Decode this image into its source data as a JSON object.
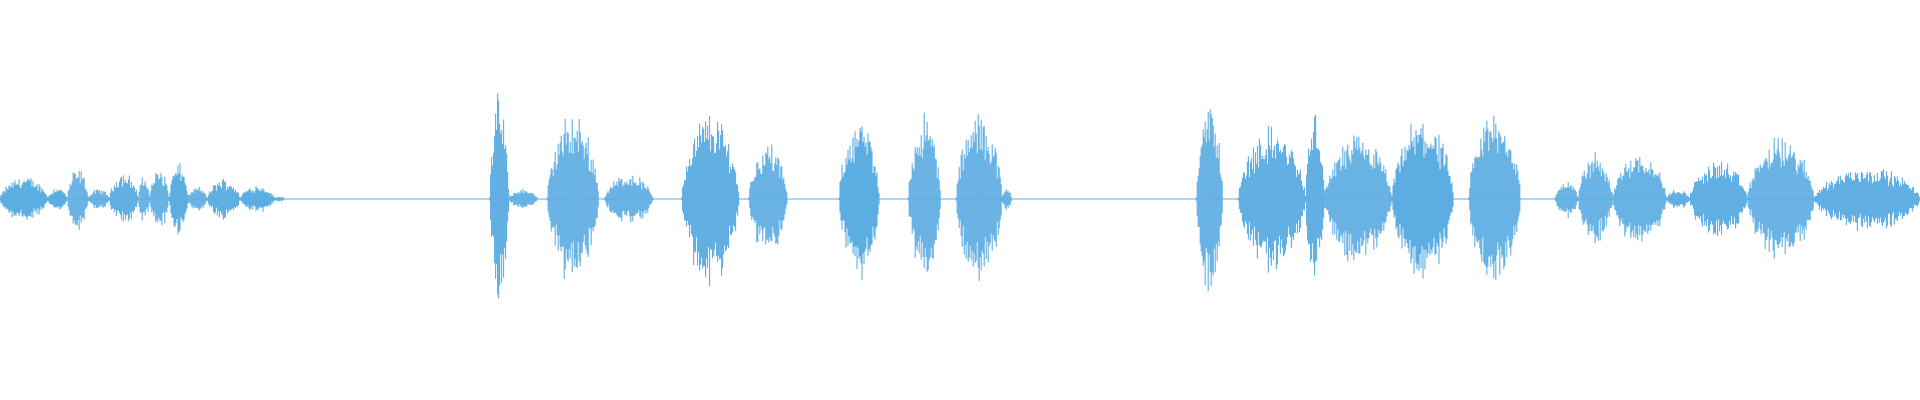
{
  "waveform": {
    "color": "#5dade2",
    "baseline_color": "#7fbde8",
    "segments": [
      {
        "start": 0.0,
        "end": 0.025,
        "amp": 0.22,
        "dense": true
      },
      {
        "start": 0.025,
        "end": 0.035,
        "amp": 0.12,
        "dense": true
      },
      {
        "start": 0.035,
        "end": 0.046,
        "amp": 0.3,
        "dense": true
      },
      {
        "start": 0.046,
        "end": 0.057,
        "amp": 0.1,
        "dense": true
      },
      {
        "start": 0.057,
        "end": 0.072,
        "amp": 0.26,
        "dense": true
      },
      {
        "start": 0.072,
        "end": 0.078,
        "amp": 0.22,
        "dense": true
      },
      {
        "start": 0.078,
        "end": 0.088,
        "amp": 0.3,
        "dense": true
      },
      {
        "start": 0.088,
        "end": 0.098,
        "amp": 0.35,
        "dense": true
      },
      {
        "start": 0.098,
        "end": 0.108,
        "amp": 0.12,
        "dense": true
      },
      {
        "start": 0.108,
        "end": 0.125,
        "amp": 0.2,
        "dense": true
      },
      {
        "start": 0.125,
        "end": 0.143,
        "amp": 0.14,
        "dense": true
      },
      {
        "start": 0.143,
        "end": 0.148,
        "amp": 0.03,
        "dense": true
      },
      {
        "start": 0.148,
        "end": 0.255,
        "amp": 0.0,
        "dense": false
      },
      {
        "start": 0.255,
        "end": 0.265,
        "amp": 1.0,
        "dense": true
      },
      {
        "start": 0.265,
        "end": 0.28,
        "amp": 0.1,
        "dense": true
      },
      {
        "start": 0.285,
        "end": 0.312,
        "amp": 0.82,
        "dense": true
      },
      {
        "start": 0.315,
        "end": 0.34,
        "amp": 0.25,
        "dense": true
      },
      {
        "start": 0.355,
        "end": 0.385,
        "amp": 0.85,
        "dense": true
      },
      {
        "start": 0.39,
        "end": 0.41,
        "amp": 0.55,
        "dense": true
      },
      {
        "start": 0.437,
        "end": 0.458,
        "amp": 0.78,
        "dense": true
      },
      {
        "start": 0.473,
        "end": 0.49,
        "amp": 0.82,
        "dense": true
      },
      {
        "start": 0.498,
        "end": 0.522,
        "amp": 0.84,
        "dense": true
      },
      {
        "start": 0.522,
        "end": 0.527,
        "amp": 0.12,
        "dense": true
      },
      {
        "start": 0.527,
        "end": 0.623,
        "amp": 0.0,
        "dense": false
      },
      {
        "start": 0.623,
        "end": 0.637,
        "amp": 0.95,
        "dense": true
      },
      {
        "start": 0.645,
        "end": 0.68,
        "amp": 0.7,
        "dense": true
      },
      {
        "start": 0.68,
        "end": 0.69,
        "amp": 0.85,
        "dense": true
      },
      {
        "start": 0.69,
        "end": 0.725,
        "amp": 0.62,
        "dense": true
      },
      {
        "start": 0.725,
        "end": 0.757,
        "amp": 0.8,
        "dense": true
      },
      {
        "start": 0.765,
        "end": 0.792,
        "amp": 0.88,
        "dense": true
      },
      {
        "start": 0.81,
        "end": 0.822,
        "amp": 0.18,
        "dense": true
      },
      {
        "start": 0.822,
        "end": 0.84,
        "amp": 0.45,
        "dense": true
      },
      {
        "start": 0.84,
        "end": 0.868,
        "amp": 0.48,
        "dense": true
      },
      {
        "start": 0.868,
        "end": 0.88,
        "amp": 0.1,
        "dense": true
      },
      {
        "start": 0.88,
        "end": 0.91,
        "amp": 0.38,
        "dense": true
      },
      {
        "start": 0.91,
        "end": 0.945,
        "amp": 0.6,
        "dense": true
      },
      {
        "start": 0.945,
        "end": 1.0,
        "amp": 0.32,
        "dense": true
      }
    ]
  }
}
